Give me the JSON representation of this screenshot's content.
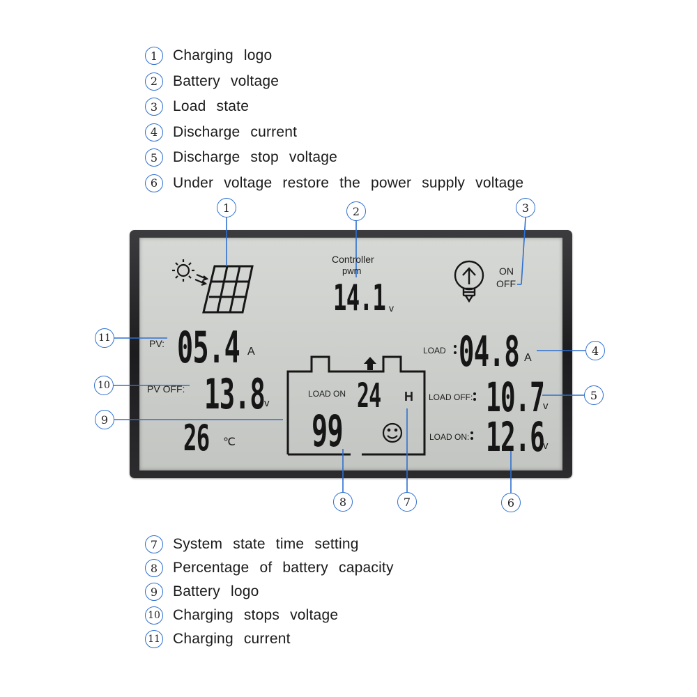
{
  "legend_top": [
    {
      "num": "1",
      "text": "Charging logo"
    },
    {
      "num": "2",
      "text": "Battery voltage"
    },
    {
      "num": "3",
      "text": "Load state"
    },
    {
      "num": "4",
      "text": "Discharge current"
    },
    {
      "num": "5",
      "text": "Discharge stop voltage"
    },
    {
      "num": "6",
      "text": "Under voltage restore the power supply voltage"
    }
  ],
  "legend_bottom": [
    {
      "num": "7",
      "text": "System state time setting"
    },
    {
      "num": "8",
      "text": "Percentage of battery capacity"
    },
    {
      "num": "9",
      "text": "Battery logo"
    },
    {
      "num": "10",
      "text": "Charging stops voltage"
    },
    {
      "num": "11",
      "text": "Charging current"
    }
  ],
  "display": {
    "controller_label": "Controller",
    "pwm_label": "pwm",
    "battery_voltage": "14.1",
    "battery_voltage_unit": "v",
    "load_state_on": "ON",
    "load_state_off": "OFF",
    "pv_label": "PV:",
    "pv_current": "05.4",
    "pv_current_unit": "A",
    "pv_off_label": "PV OFF:",
    "pv_off_voltage": "13.8",
    "pv_off_voltage_unit": "v",
    "temperature": "26",
    "temperature_unit": "℃",
    "load_label": "LOAD",
    "load_current": "04.8",
    "load_current_unit": "A",
    "load_on_inner_label": "LOAD ON",
    "time_value": "24",
    "time_unit": "H",
    "battery_percent": "99",
    "load_off_label": "LOAD OFF:",
    "load_off_voltage": "10.7",
    "load_off_voltage_unit": "v",
    "load_on_label": "LOAD ON:",
    "load_on_voltage": "12.6",
    "load_on_voltage_unit": "v"
  },
  "callouts": [
    "1",
    "2",
    "3",
    "4",
    "5",
    "6",
    "7",
    "8",
    "9",
    "10",
    "11"
  ],
  "colors": {
    "callout_line": "#2d6fcf",
    "lcd_text": "#161616",
    "bezel": "#2a2a2c"
  }
}
